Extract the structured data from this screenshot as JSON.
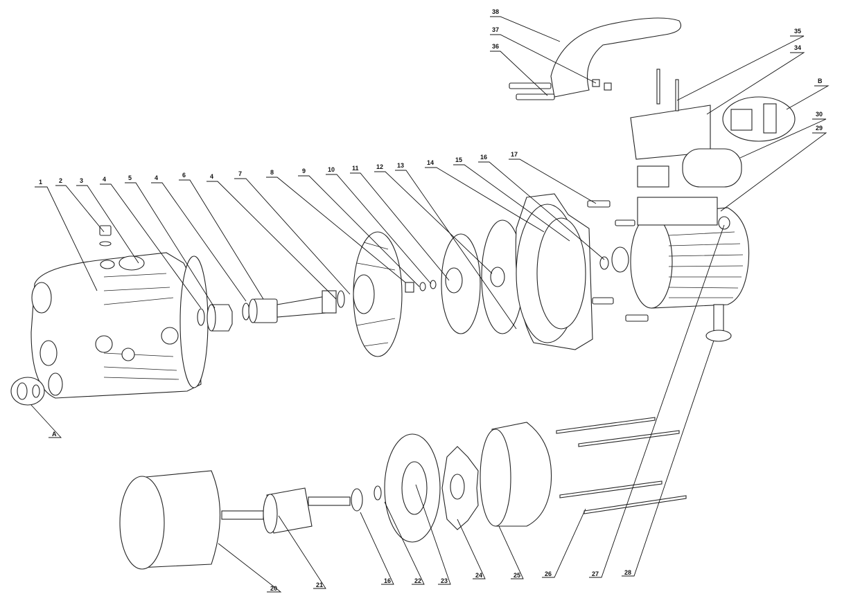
{
  "title": "Pump exploded view",
  "callouts": {
    "c1": "1",
    "c2": "2",
    "c3": "3",
    "c4a": "4",
    "c5": "5",
    "c4b": "4",
    "c6": "6",
    "c4c": "4",
    "c7": "7",
    "c8": "8",
    "c9": "9",
    "c10": "10",
    "c11": "11",
    "c12": "12",
    "c13": "13",
    "c14": "14",
    "c15": "15",
    "c16a": "16",
    "c17": "17",
    "c38": "38",
    "c37": "37",
    "c36": "36",
    "c35": "35",
    "c34": "34",
    "cB": "B",
    "c30": "30",
    "c29": "29",
    "cA": "A",
    "c20": "20",
    "c21": "21",
    "c16b": "16",
    "c22": "22",
    "c23": "23",
    "c24": "24",
    "c25": "25",
    "c26": "26",
    "c27": "27",
    "c28": "28"
  }
}
